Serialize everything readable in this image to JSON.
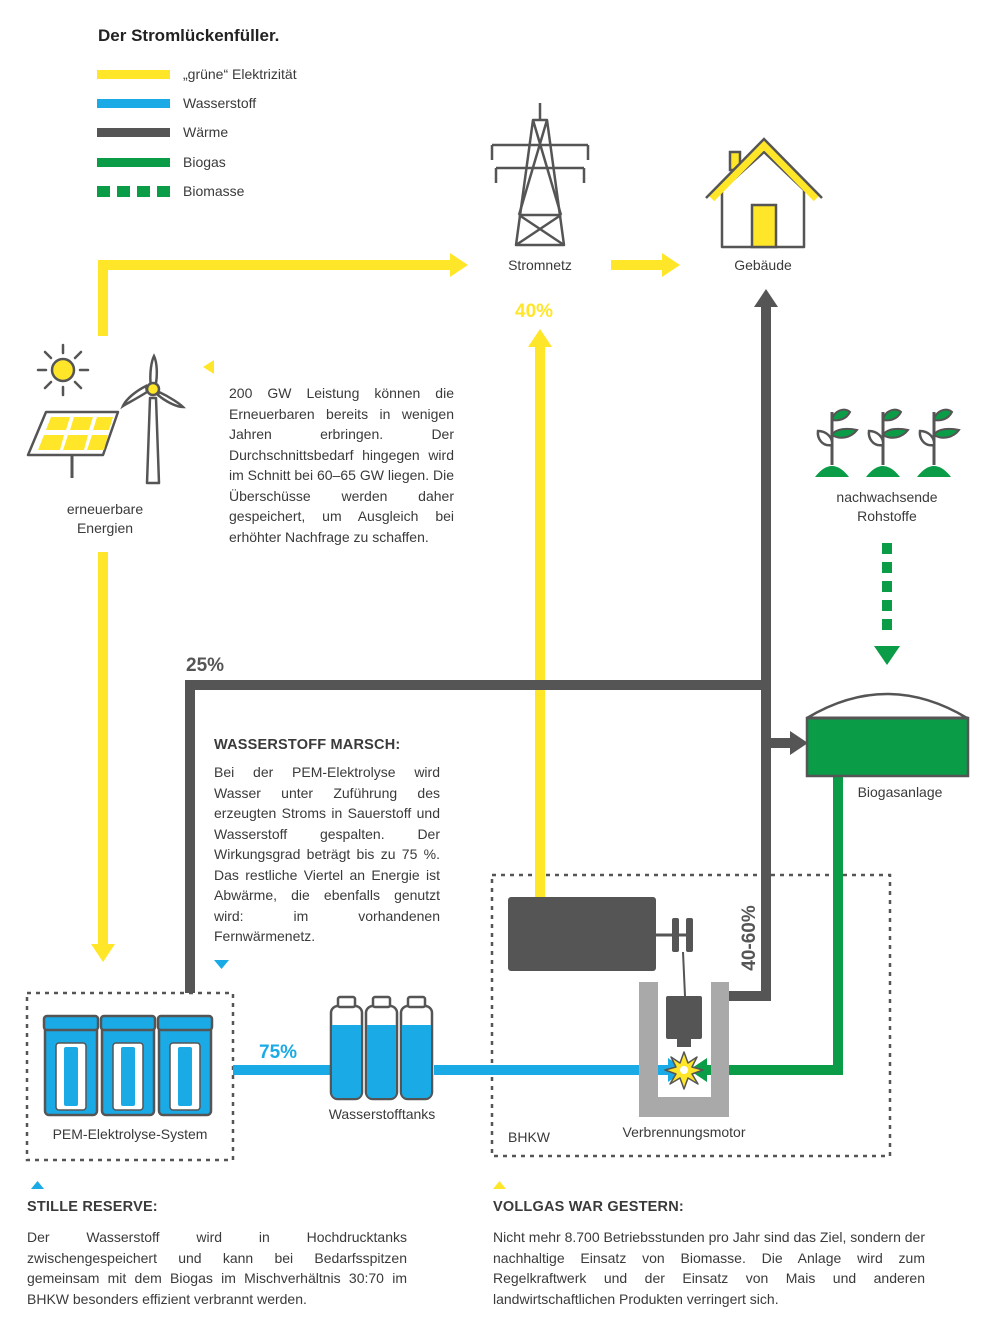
{
  "title": "Der Stromlückenfüller.",
  "legend": [
    {
      "label": "„grüne“ Elektrizität",
      "color": "#ffe628",
      "style": "solid"
    },
    {
      "label": "Wasserstoff",
      "color": "#1aaae6",
      "style": "solid"
    },
    {
      "label": "Wärme",
      "color": "#555555",
      "style": "solid"
    },
    {
      "label": "Biogas",
      "color": "#0a9c46",
      "style": "solid"
    },
    {
      "label": "Biomasse",
      "color": "#0a9c46",
      "style": "dashed"
    }
  ],
  "nodes": {
    "grid": "Stromnetz",
    "building": "Gebäude",
    "renewables": "erneuerbare\nEnergien",
    "raw_materials": "nachwachsende\nRohstoffe",
    "biogas_plant": "Biogasanlage",
    "electrolysis": "PEM-Elektrolyse-System",
    "tanks": "Wasserstofftanks",
    "chp": "BHKW",
    "engine": "Verbrennungsmotor"
  },
  "percentages": {
    "grid_share": "40%",
    "heat_share": "25%",
    "hydrogen_share": "75%",
    "heat_range": "40-60%"
  },
  "texts": {
    "renewables_note": "200 GW Leistung können die Erneuerbaren bereits in wenigen Jahren erbringen. Der Durchschnittsbedarf hingegen wird im Schnitt bei 60–65 GW liegen. Die Überschüsse werden daher gespeichert, um Ausgleich bei erhöhter Nachfrage zu schaffen.",
    "pem_heading": "WASSERSTOFF MARSCH:",
    "pem_body": "Bei der PEM-Elektrolyse wird Wasser unter Zuführung des erzeugten Stroms in Sauerstoff und Wasserstoff gespalten. Der Wirkungsgrad beträgt bis zu 75 %. Das restliche Viertel an Energie ist Abwärme, die ebenfalls genutzt wird: im vorhandenen Fernwärmenetz.",
    "reserve_heading": "STILLE RESERVE:",
    "reserve_body": "Der Wasserstoff wird in Hochdrucktanks zwischengespeichert und kann bei Bedarfsspitzen gemeinsam mit dem Biogas im Mischverhältnis 30:70 im BHKW besonders effizient verbrannt werden.",
    "fullthrottle_heading": "VOLLGAS WAR GESTERN:",
    "fullthrottle_body": "Nicht mehr 8.700 Betriebsstunden pro Jahr sind das Ziel, sondern der nachhaltige Einsatz von Biomasse. Die Anlage wird zum Regelkraftwerk und der Einsatz von Mais und anderen landwirtschaftlichen Produkten verringert sich."
  },
  "icons": [
    "sun-icon",
    "solar-panel-icon",
    "wind-turbine-icon",
    "power-pylon-icon",
    "house-icon",
    "sprout-icon",
    "biogas-tank-icon",
    "electrolyzer-icon",
    "hydrogen-tank-icon",
    "generator-icon",
    "engine-icon",
    "flame-icon"
  ]
}
